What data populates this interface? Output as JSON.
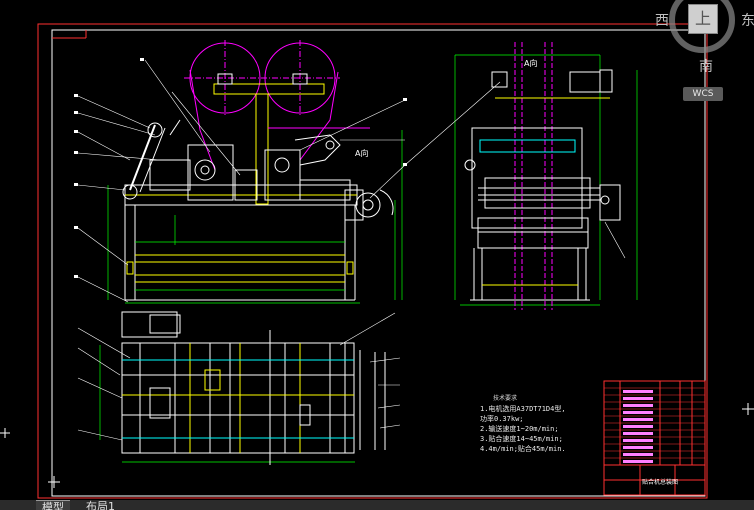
{
  "viewcube": {
    "north": "",
    "west": "西",
    "east": "东",
    "south": "南",
    "top": "上"
  },
  "wcs_label": "WCS",
  "tabs": [
    {
      "label": "模型",
      "active": true
    },
    {
      "label": "布局1",
      "active": false
    }
  ],
  "drawing": {
    "view_label_a1": "A向",
    "view_label_a2": "A向",
    "tech_req_title": "技术要求",
    "tech_req_lines": [
      "1.电机选用A37DT71D4型,",
      "  功率0.37kw;",
      "2.输送速度1~20m/min;",
      "3.贴合速度14~45m/min;",
      "4.4m/min;贴合45m/min."
    ],
    "title_block_name": "贴合机总装图"
  },
  "colors": {
    "background": "#000000",
    "frame": "#ff3030",
    "geometry": "#ffffff",
    "dimensions": "#00ff00",
    "centerlines": "#ff00ff",
    "hidden": "#ffff00",
    "hatch": "#00ffff"
  }
}
